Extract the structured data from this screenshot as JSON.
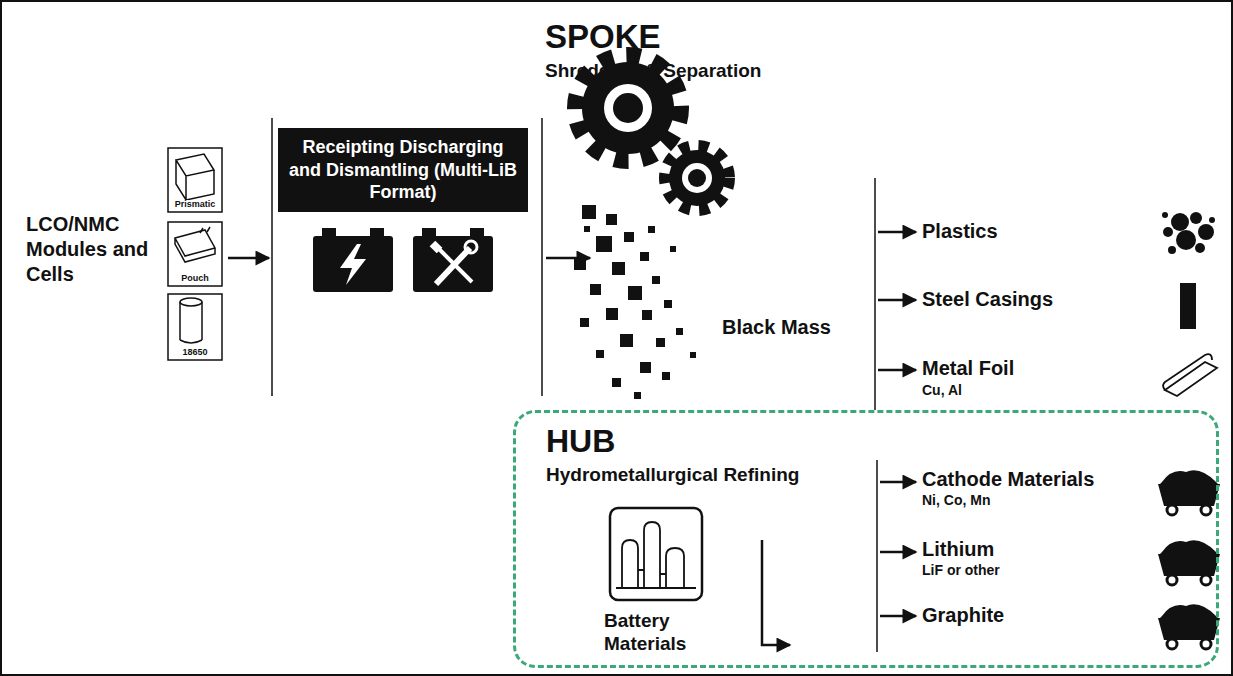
{
  "diagram": {
    "nodes": [
      {
        "text": [
          "Prismatic"
        ]
      },
      {
        "text": [
          "Pouch"
        ]
      },
      {
        "text": [
          "18650"
        ]
      },
      {
        "text": [
          "Receipting Discharging and Dismantling (Multi-LiB Format)"
        ]
      },
      {
        "text": [
          "HUB",
          "Hydrometallurgical Refining"
        ]
      },
      {
        "text": [
          "Battery Materials"
        ],
        "in": 4
      }
    ],
    "labels": [
      "LCO/NMC Modules and Cells",
      "SPOKE",
      "Shredding & Separation",
      "Black Mass",
      "Plastics",
      "Steel Casings",
      "Metal Foil",
      "Cu, Al",
      "Cathode Materials",
      "Ni, Co, Mn",
      "Lithium",
      "LiF or other",
      "Graphite"
    ]
  }
}
